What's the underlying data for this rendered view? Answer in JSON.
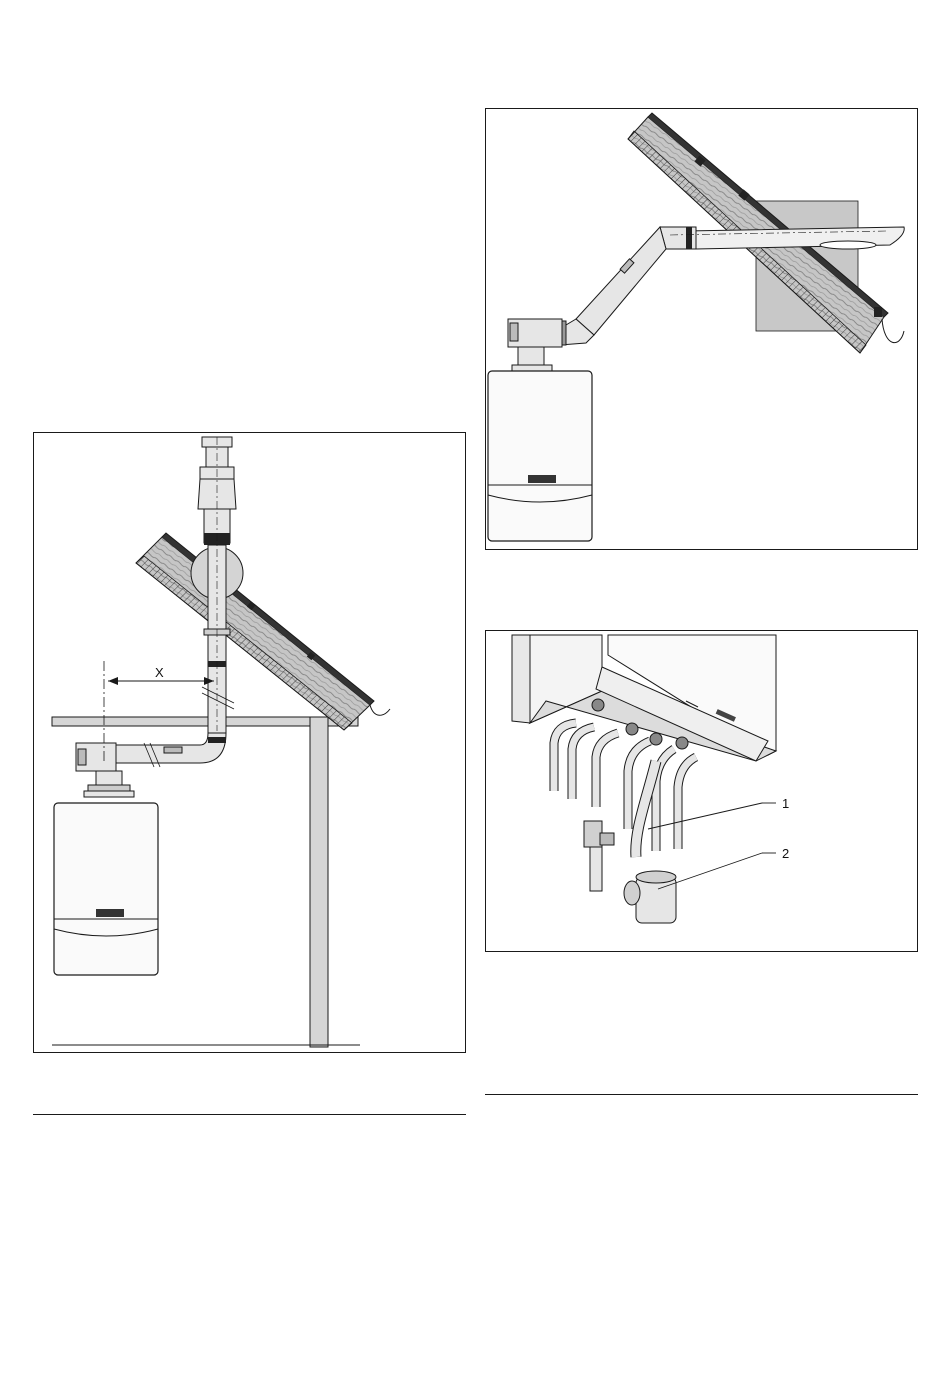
{
  "figure_left": {
    "dimension_label": "X"
  },
  "figure_top_right": {},
  "figure_bottom_right": {
    "callouts": [
      "1",
      "2"
    ]
  },
  "colors": {
    "line": "#1a1a1a",
    "pipe_fill": "#e6e6e6",
    "roof_fill": "#bdbdbd",
    "wall_fill": "#d6d6d6",
    "chimney_fill": "#c8c8c8"
  }
}
